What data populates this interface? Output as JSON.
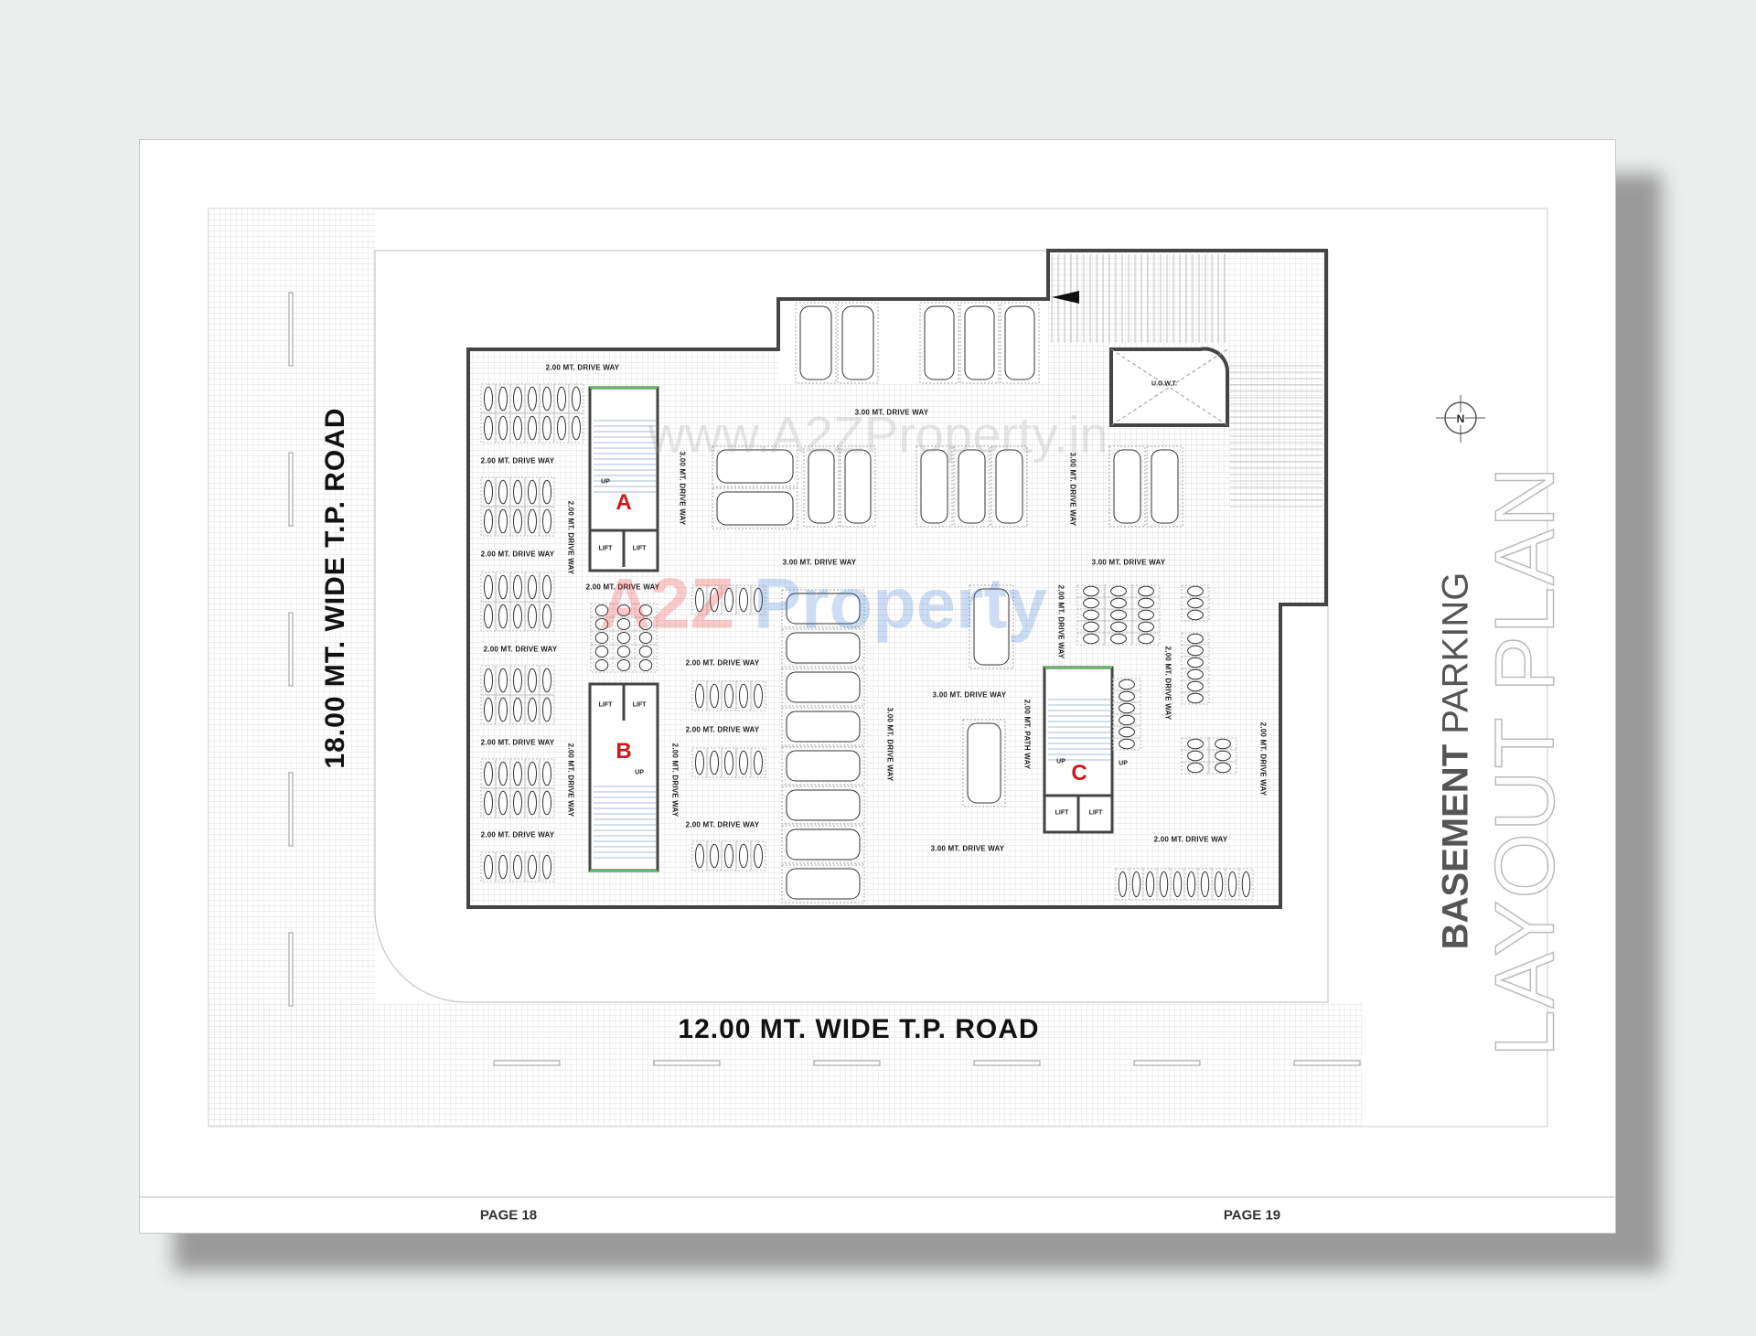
{
  "roads": {
    "left": "18.00 MT. WIDE T.P. ROAD",
    "bottom": "12.00 MT. WIDE T.P. ROAD"
  },
  "title": {
    "line1_bold": "BASEMENT",
    "line1_light": "PARKING",
    "line2": "LAYOUT PLAN"
  },
  "compass": {
    "label": "N"
  },
  "footer": {
    "left_page": "PAGE 18",
    "right_page": "PAGE 19"
  },
  "watermark": {
    "url": "www.A2ZProperty.in",
    "logo_a2z": "A2Z",
    "logo_property": "Property"
  },
  "cores": {
    "a": "A",
    "b": "B",
    "c": "C",
    "lift": "LIFT",
    "up": "UP"
  },
  "tank": "U.G.W.T.",
  "colors": {
    "wall": "#444444",
    "core_letter": "#d01818",
    "stair_edge": "#5cc05c",
    "grid": "#d8d8d8"
  },
  "labels": [
    "2.00 MT. DRIVE WAY",
    "2.00 MT. DRIVE WAY",
    "2.00 MT. DRIVE WAY",
    "2.00 MT. DRIVE WAY",
    "2.00 MT. DRIVE WAY",
    "2.00 MT. DRIVE WAY",
    "2.00 MT. DRIVE WAY",
    "2.00 MT. DRIVE WAY",
    "2.00 MT. DRIVE WAY",
    "3.00 MT. DRIVE WAY",
    "3.00 MT. DRIVE WAY",
    "3.00 MT. DRIVE WAY",
    "3.00 MT. DRIVE WAY",
    "3.00 MT. DRIVE WAY",
    "2.00 MT. DRIVE WAY",
    "2.00 MT. DRIVE WAY",
    "2.00 MT. DRIVE WAY",
    "2.00 MT. DRIVE WAY",
    "3.00 MT. DRIVE WAY",
    "3.00 MT. DRIVE WAY",
    "3.00 MT. DRIVE WAY",
    "2.00 MT. DRIVE WAY",
    "2.00 MT. PATH WAY",
    "2.00 MT. DRIVE WAY",
    "2.00 MT. DRIVE WAY",
    "2.00 MT. DRIVE WAY"
  ]
}
